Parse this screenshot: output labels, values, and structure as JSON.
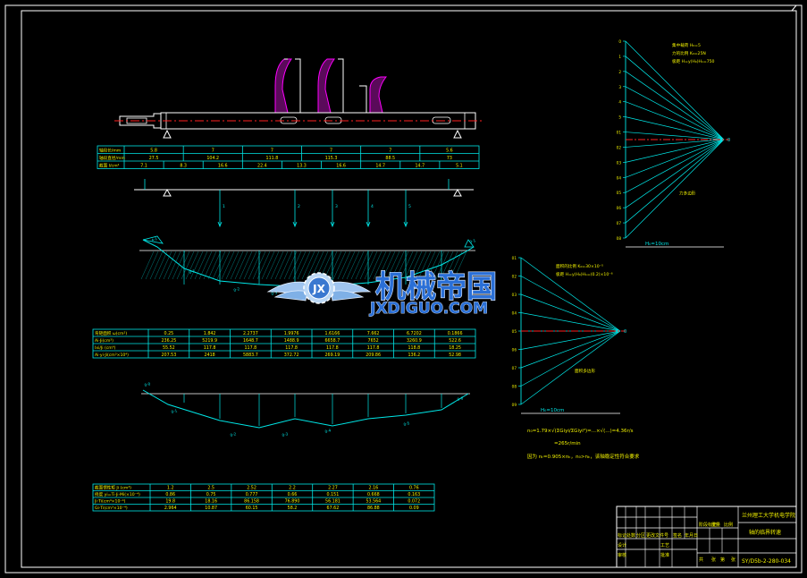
{
  "table1": {
    "rows": [
      {
        "label": "轴段长/mm",
        "cells": [
          "5.8",
          "7",
          "7",
          "7",
          "7",
          "5.6"
        ]
      },
      {
        "label": "轴段直径/mm",
        "cells": [
          "27.5",
          "104.2",
          "111.8",
          "115.3",
          "88.5",
          "73"
        ]
      },
      {
        "label": "截面 I/cm⁴",
        "cells": [
          "7.1",
          "8.3",
          "16.6",
          "22.4",
          "13.3",
          "16.6",
          "14.7",
          "14.7",
          "5.1"
        ]
      }
    ]
  },
  "load_labels": [
    "1",
    "2",
    "3",
    "4",
    "5"
  ],
  "moment_labels": [
    "0-1",
    "0-2",
    "0-3",
    "0-4",
    "0-5",
    "0-1"
  ],
  "table2": {
    "rows": [
      {
        "label": "弯矩面积 ω(cm²)",
        "cells": [
          "0.25",
          "1.842",
          "2.2737",
          "1.9976",
          "1.6166",
          "7.662",
          "6.7202",
          "0.1866"
        ]
      },
      {
        "label": "Ai·Ji(cm³)",
        "cells": [
          "236.25",
          "5219.9",
          "1648.7",
          "1488.9",
          "6658.7",
          "7652",
          "3260.9",
          "522.6"
        ]
      },
      {
        "label": "Ixi/Ji (cm⁴)",
        "cells": [
          "55.52",
          "117.8",
          "117.8",
          "117.8",
          "117.8",
          "117.8",
          "118.8",
          "18.25"
        ]
      },
      {
        "label": "Ai·yi·Ji(cm³×10⁴)",
        "cells": [
          "207.53",
          "2418",
          "5883.7",
          "372.72",
          "269.19",
          "209.86",
          "136.2",
          "52.98"
        ]
      }
    ]
  },
  "table3": {
    "rows": [
      {
        "label": "截面惯性矩 Ji (cm⁴)",
        "cells": [
          "1.2",
          "2.5",
          "2.52",
          "2.2",
          "2.27",
          "2.16",
          "0.76"
        ]
      },
      {
        "label": "挠度 yi=Ti·Ji·Mi(×10⁻⁴)",
        "cells": [
          "0.86",
          "0.75",
          "0.777",
          "0.66",
          "0.151",
          "0.668",
          "0.163"
        ]
      },
      {
        "label": "Ji·Ti(cm⁴×10⁻⁴)",
        "cells": [
          "19.8",
          "18.16",
          "86.158",
          "76.890",
          "56.181",
          "53.564",
          "0.072"
        ]
      },
      {
        "label": "Gi·Ti(cm³×10⁻⁴)",
        "cells": [
          "2.964",
          "10.87",
          "60.15",
          "58.2",
          "67.62",
          "86.88",
          "0.09"
        ]
      }
    ]
  },
  "polygon1": {
    "notes": [
      "集中载荷 H₀=5",
      "力的比例 K₀=25N",
      "极距 H=y(H₀)H₁=750"
    ],
    "ticks": [
      "0",
      "1",
      "2",
      "3",
      "4",
      "5",
      "01",
      "02",
      "03",
      "04",
      "05",
      "06",
      "07",
      "08"
    ],
    "caption": "力多边形",
    "scale": "H₀=10cm",
    "pole": "0"
  },
  "polygon2": {
    "notes": [
      "面积的比例 K₀=30×10⁻⁵",
      "极距 H=y(H₀)H₁=(0.2)×10⁻⁶"
    ],
    "ticks": [
      "01",
      "02",
      "03",
      "04",
      "05",
      "06",
      "07",
      "08",
      "09"
    ],
    "caption": "面积多边形",
    "scale": "H₀=10cm",
    "pole": "0"
  },
  "formulas": [
    "n₀=1.79×√(ΣGiyi/ΣGiyi²)=...×√(...)=4.36r/s",
    "=265r/min",
    "因为 nₜ=0.905×nₖ，n₀>nₖ，该轴稳定性符合要求"
  ],
  "title_block": {
    "school": "兰州理工大学机电学院",
    "drawing_name": "轴的临界转速",
    "drawing_no": "SY/D5b-2-280-034",
    "headers": [
      "标记",
      "处数",
      "分区",
      "更改文件号",
      "签名",
      "年月日"
    ],
    "roles": [
      "设计",
      "审核",
      "工艺",
      "批准"
    ],
    "stage_labels": [
      "阶段标记",
      "重量",
      "比例"
    ],
    "sheet": [
      "共",
      "张",
      "第",
      "张"
    ]
  },
  "watermark": {
    "cn": "机械帝国",
    "en": "JXDIGUO.COM",
    "logo": "JX"
  },
  "colors": {
    "background": "#000000",
    "line_white": "#ffffff",
    "line_cyan": "#00e6e6",
    "line_yellow": "#f0f000",
    "line_magenta": "#ff00ff",
    "line_red": "#ff2020",
    "line_blue": "#3030ff",
    "watermark_blue": "#2a6fd6",
    "watermark_light": "#d8e8ff"
  }
}
